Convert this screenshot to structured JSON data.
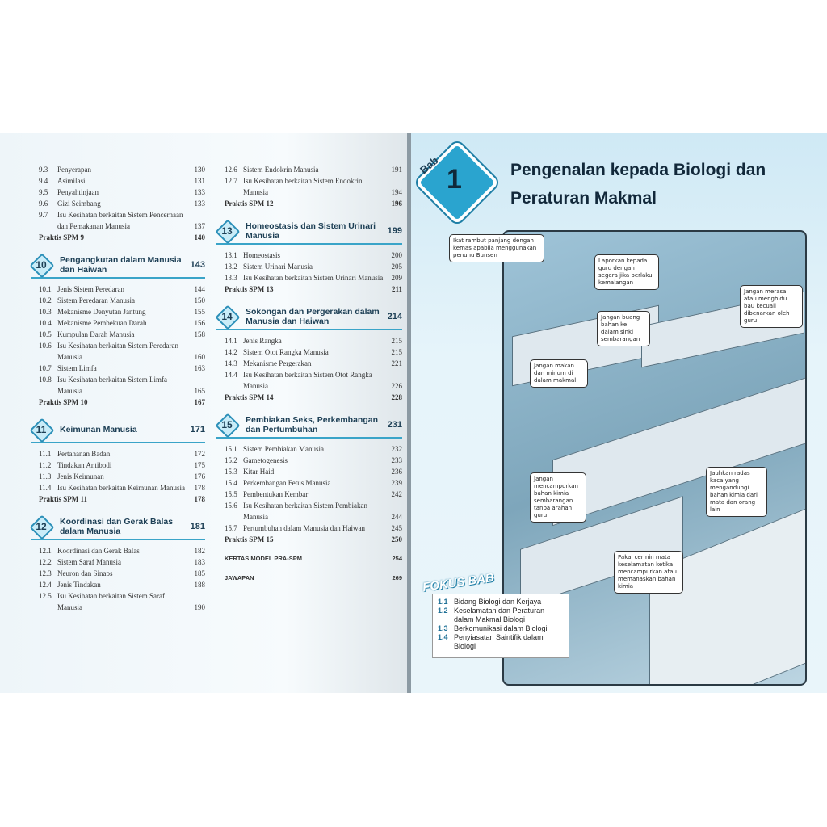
{
  "left_column": [
    {
      "type": "entry",
      "num": "9.3",
      "text": "Penyerapan",
      "page": "130"
    },
    {
      "type": "entry",
      "num": "9.4",
      "text": "Asimilasi",
      "page": "131"
    },
    {
      "type": "entry",
      "num": "9.5",
      "text": "Penyahtinjaan",
      "page": "133"
    },
    {
      "type": "entry",
      "num": "9.6",
      "text": "Gizi Seimbang",
      "page": "133"
    },
    {
      "type": "entry",
      "num": "9.7",
      "text": "Isu Kesihatan berkaitan Sistem Pencernaan dan Pemakanan Manusia",
      "page": "137"
    },
    {
      "type": "praktis",
      "text": "Praktis SPM 9",
      "page": "140"
    },
    {
      "type": "chapter",
      "num": "10",
      "text": "Pengangkutan dalam Manusia dan Haiwan",
      "page": "143"
    },
    {
      "type": "entry",
      "num": "10.1",
      "text": "Jenis Sistem Peredaran",
      "page": "144"
    },
    {
      "type": "entry",
      "num": "10.2",
      "text": "Sistem Peredaran Manusia",
      "page": "150"
    },
    {
      "type": "entry",
      "num": "10.3",
      "text": "Mekanisme Denyutan Jantung",
      "page": "155"
    },
    {
      "type": "entry",
      "num": "10.4",
      "text": "Mekanisme Pembekuan Darah",
      "page": "156"
    },
    {
      "type": "entry",
      "num": "10.5",
      "text": "Kumpulan Darah Manusia",
      "page": "158"
    },
    {
      "type": "entry",
      "num": "10.6",
      "text": "Isu Kesihatan berkaitan Sistem Peredaran Manusia",
      "page": "160"
    },
    {
      "type": "entry",
      "num": "10.7",
      "text": "Sistem Limfa",
      "page": "163"
    },
    {
      "type": "entry",
      "num": "10.8",
      "text": "Isu Kesihatan berkaitan Sistem Limfa Manusia",
      "page": "165"
    },
    {
      "type": "praktis",
      "text": "Praktis SPM 10",
      "page": "167"
    },
    {
      "type": "chapter",
      "num": "11",
      "text": "Keimunan Manusia",
      "page": "171"
    },
    {
      "type": "entry",
      "num": "11.1",
      "text": "Pertahanan Badan",
      "page": "172"
    },
    {
      "type": "entry",
      "num": "11.2",
      "text": "Tindakan Antibodi",
      "page": "175"
    },
    {
      "type": "entry",
      "num": "11.3",
      "text": "Jenis Keimunan",
      "page": "176"
    },
    {
      "type": "entry",
      "num": "11.4",
      "text": "Isu Kesihatan berkaitan Keimunan Manusia",
      "page": "178"
    },
    {
      "type": "praktis",
      "text": "Praktis SPM 11",
      "page": "178"
    },
    {
      "type": "chapter",
      "num": "12",
      "text": "Koordinasi dan Gerak Balas dalam Manusia",
      "page": "181"
    },
    {
      "type": "entry",
      "num": "12.1",
      "text": "Koordinasi dan Gerak Balas",
      "page": "182"
    },
    {
      "type": "entry",
      "num": "12.2",
      "text": "Sistem Saraf Manusia",
      "page": "183"
    },
    {
      "type": "entry",
      "num": "12.3",
      "text": "Neuron dan Sinaps",
      "page": "185"
    },
    {
      "type": "entry",
      "num": "12.4",
      "text": "Jenis Tindakan",
      "page": "188"
    },
    {
      "type": "entry",
      "num": "12.5",
      "text": "Isu Kesihatan berkaitan Sistem Saraf Manusia",
      "page": "190"
    }
  ],
  "middle_column": [
    {
      "type": "entry",
      "num": "12.6",
      "text": "Sistem Endokrin Manusia",
      "page": "191"
    },
    {
      "type": "entry",
      "num": "12.7",
      "text": "Isu Kesihatan berkaitan Sistem Endokrin Manusia",
      "page": "194"
    },
    {
      "type": "praktis",
      "text": "Praktis SPM 12",
      "page": "196"
    },
    {
      "type": "chapter",
      "num": "13",
      "text": "Homeostasis dan Sistem Urinari Manusia",
      "page": "199"
    },
    {
      "type": "entry",
      "num": "13.1",
      "text": "Homeostasis",
      "page": "200"
    },
    {
      "type": "entry",
      "num": "13.2",
      "text": "Sistem Urinari Manusia",
      "page": "205"
    },
    {
      "type": "entry",
      "num": "13.3",
      "text": "Isu Kesihatan berkaitan Sistem Urinari Manusia",
      "page": "209"
    },
    {
      "type": "praktis",
      "text": "Praktis SPM 13",
      "page": "211"
    },
    {
      "type": "chapter",
      "num": "14",
      "text": "Sokongan dan Pergerakan dalam Manusia dan Haiwan",
      "page": "214"
    },
    {
      "type": "entry",
      "num": "14.1",
      "text": "Jenis Rangka",
      "page": "215"
    },
    {
      "type": "entry",
      "num": "14.2",
      "text": "Sistem Otot Rangka Manusia",
      "page": "215"
    },
    {
      "type": "entry",
      "num": "14.3",
      "text": "Mekanisme Pergerakan",
      "page": "221"
    },
    {
      "type": "entry",
      "num": "14.4",
      "text": "Isu Kesihatan berkaitan Sistem Otot Rangka Manusia",
      "page": "226"
    },
    {
      "type": "praktis",
      "text": "Praktis SPM 14",
      "page": "228"
    },
    {
      "type": "chapter",
      "num": "15",
      "text": "Pembiakan Seks, Perkembangan dan Pertumbuhan",
      "page": "231"
    },
    {
      "type": "entry",
      "num": "15.1",
      "text": "Sistem Pembiakan Manusia",
      "page": "232"
    },
    {
      "type": "entry",
      "num": "15.2",
      "text": "Gametogenesis",
      "page": "233"
    },
    {
      "type": "entry",
      "num": "15.3",
      "text": "Kitar Haid",
      "page": "236"
    },
    {
      "type": "entry",
      "num": "15.4",
      "text": "Perkembangan Fetus Manusia",
      "page": "239"
    },
    {
      "type": "entry",
      "num": "15.5",
      "text": "Pembentukan Kembar",
      "page": "242"
    },
    {
      "type": "entry",
      "num": "15.6",
      "text": "Isu Kesihatan berkaitan Sistem Pembiakan Manusia",
      "page": "244"
    },
    {
      "type": "entry",
      "num": "15.7",
      "text": "Pertumbuhan dalam Manusia dan Haiwan",
      "page": "245"
    },
    {
      "type": "praktis",
      "text": "Praktis SPM 15",
      "page": "250"
    },
    {
      "type": "extra",
      "text": "KERTAS MODEL PRA-SPM",
      "page": "254"
    },
    {
      "type": "extra",
      "text": "JAWAPAN",
      "page": "269"
    }
  ],
  "chapter_label": "Bab",
  "right_page": {
    "bab_label": "Bab",
    "bab_number": "1",
    "title_line1": "Pengenalan kepada Biologi dan",
    "title_line2": "Peraturan Makmal",
    "bubbles": [
      "Ikat rambut panjang dengan kemas apabila menggunakan penunu Bunsen",
      "Laporkan kepada guru dengan segera jika berlaku kemalangan",
      "Jangan merasa atau menghidu bau kecuali dibenarkan oleh guru",
      "Jangan buang bahan ke dalam sinki sembarangan",
      "Jangan makan dan minum di dalam makmal",
      "Jangan mencampurkan bahan kimia sembarangan tanpa arahan guru",
      "Jauhkan radas kaca yang mengandungi bahan kimia dari mata dan orang lain",
      "Pakai cermin mata keselamatan ketika mencampurkan atau memanaskan bahan kimia"
    ],
    "fokus_title": "FOKUS BAB",
    "fokus_items": [
      {
        "num": "1.1",
        "text": "Bidang Biologi dan Kerjaya"
      },
      {
        "num": "1.2",
        "text": "Keselamatan dan Peraturan dalam Makmal Biologi"
      },
      {
        "num": "1.3",
        "text": "Berkomunikasi dalam Biologi"
      },
      {
        "num": "1.4",
        "text": "Penyiasatan Saintifik dalam Biologi"
      }
    ]
  }
}
